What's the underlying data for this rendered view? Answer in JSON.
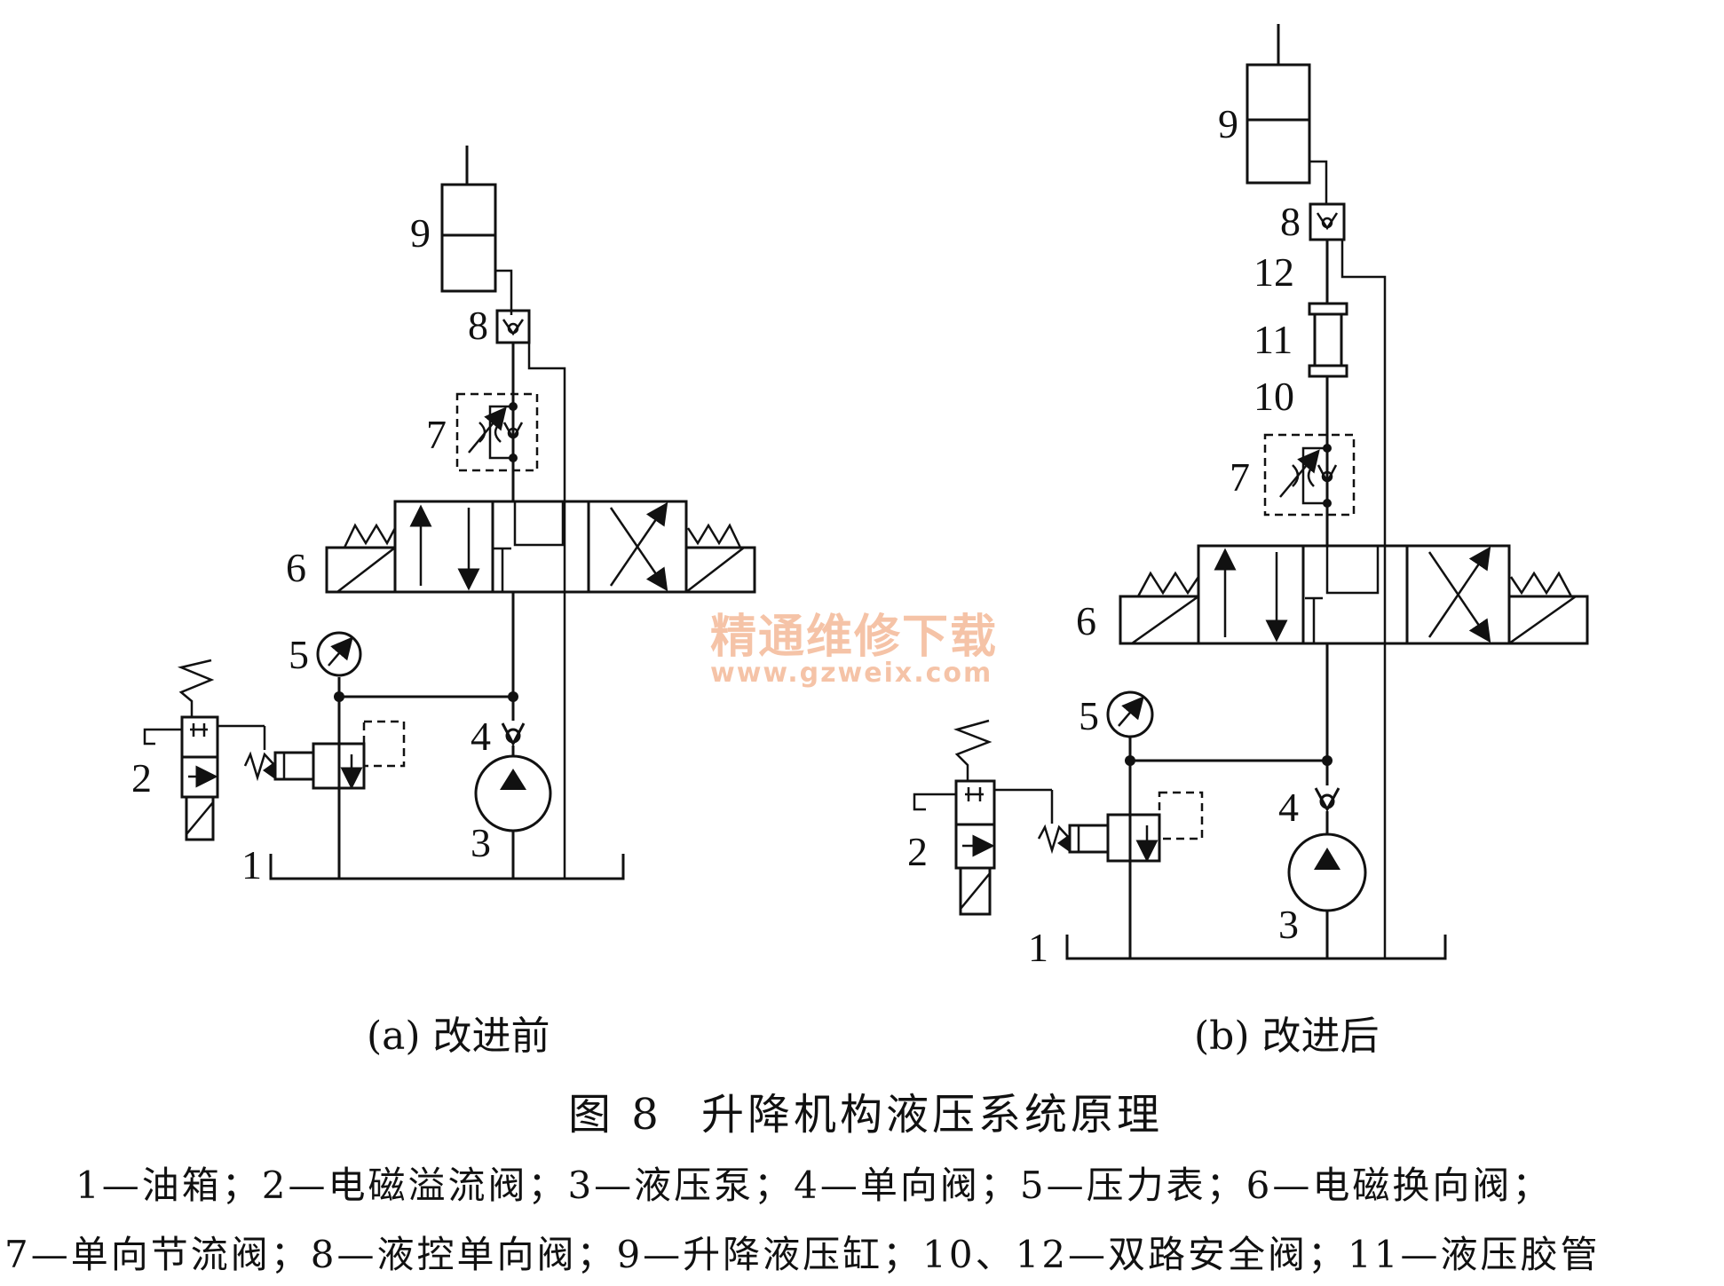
{
  "labels_a": {
    "tank": "1",
    "relief": "2",
    "pump": "3",
    "check": "4",
    "gauge": "5",
    "directional": "6",
    "throttle": "7",
    "pilot_check": "8",
    "cylinder": "9"
  },
  "labels_b": {
    "tank": "1",
    "relief": "2",
    "pump": "3",
    "check": "4",
    "gauge": "5",
    "directional": "6",
    "throttle": "7",
    "pilot_check": "8",
    "cylinder": "9",
    "safety_valve_lower": "10",
    "hose": "11",
    "safety_valve_upper": "12"
  },
  "captions": {
    "a": "(a) 改进前",
    "b": "(b) 改进后"
  },
  "figure": {
    "number": "图 8",
    "title": "升降机构液压系统原理"
  },
  "legend": {
    "line1": "1—油箱；2—电磁溢流阀；3—液压泵；4—单向阀；5—压力表；6—电磁换向阀；",
    "line2": "7—单向节流阀；8—液控单向阀；9—升降液压缸；10、12—双路安全阀；11—液压胶管"
  },
  "watermark": {
    "cn": "精通维修下载",
    "url": "www.gzweix.com"
  }
}
